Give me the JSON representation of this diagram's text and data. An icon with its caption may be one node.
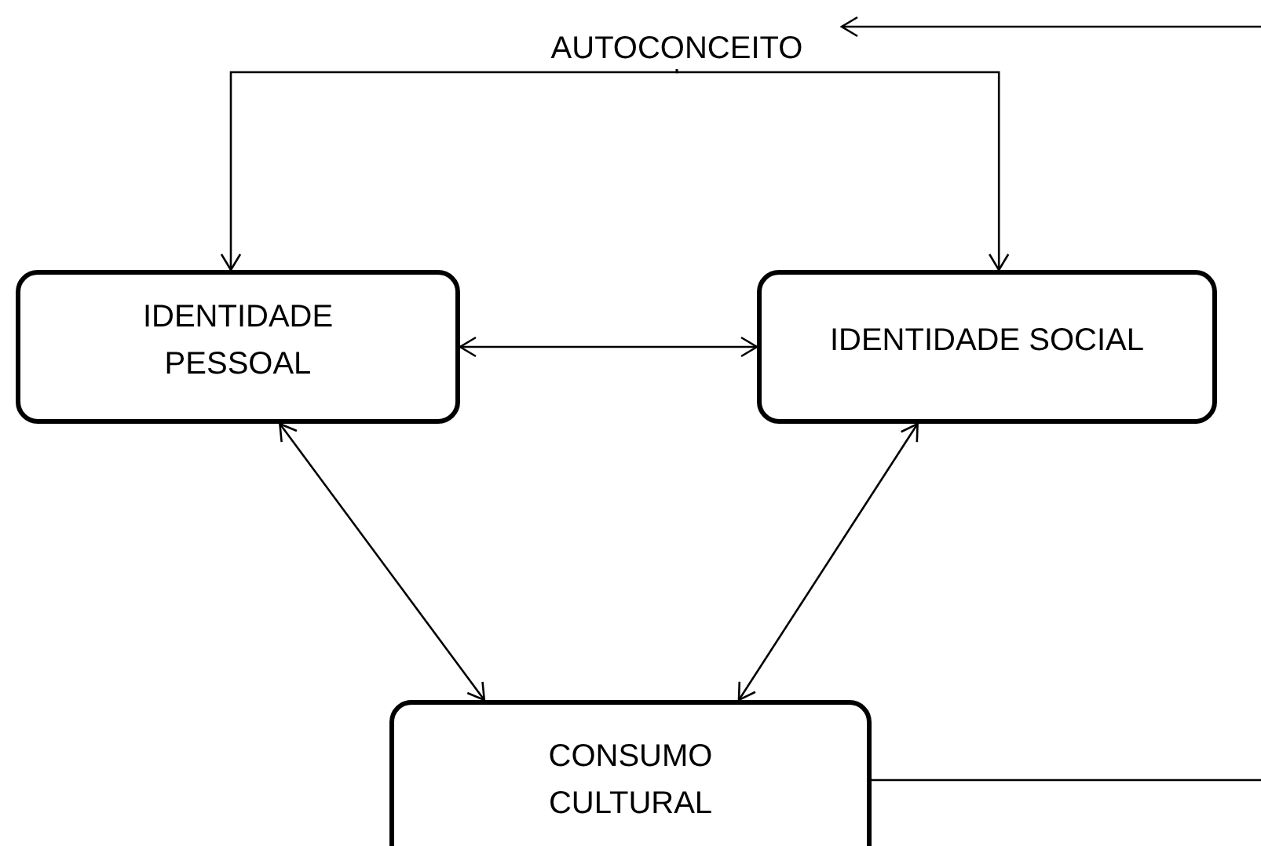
{
  "diagram": {
    "nodes": [
      {
        "text": [
          "AUTOCONCEITO"
        ]
      },
      {
        "text": [
          "IDENTIDADE PESSOAL"
        ]
      },
      {
        "text": [
          "IDENTIDADE SOCIAL"
        ]
      },
      {
        "text": [
          "CONSUMO CULTURAL"
        ]
      }
    ],
    "edges": [
      {
        "from": null,
        "to": 0,
        "arrow": "to"
      },
      {
        "from": 0,
        "to": 1,
        "arrow": "to"
      },
      {
        "from": 0,
        "to": 2,
        "arrow": "to"
      },
      {
        "from": 1,
        "to": 2,
        "arrow": "both"
      },
      {
        "from": 1,
        "to": 3,
        "arrow": "both"
      },
      {
        "from": 2,
        "to": 3,
        "arrow": "both"
      },
      {
        "from": 3,
        "to": null,
        "arrow": "none"
      }
    ]
  }
}
